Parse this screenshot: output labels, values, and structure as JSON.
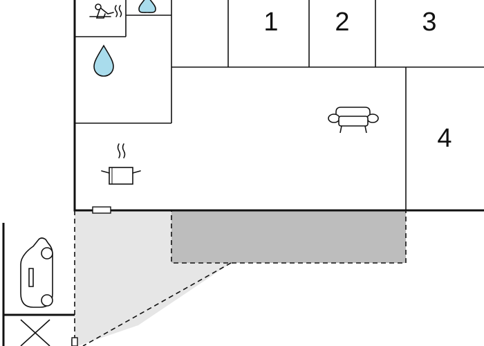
{
  "floorplan": {
    "rooms": [
      {
        "id": "bedroom-1",
        "number": "1"
      },
      {
        "id": "bedroom-2",
        "number": "2"
      },
      {
        "id": "bedroom-3",
        "number": "3"
      },
      {
        "id": "bedroom-4",
        "number": "4"
      }
    ],
    "icons": [
      "sauna-icon",
      "water-drop-icon",
      "sofa-icon",
      "cooking-pot-icon",
      "car-icon"
    ],
    "colors": {
      "wall": "#111111",
      "terrace_shade": "#bdbdbd",
      "outdoor_area": "#e6e6e6",
      "water": "#a9dcec",
      "background": "#ffffff"
    }
  }
}
